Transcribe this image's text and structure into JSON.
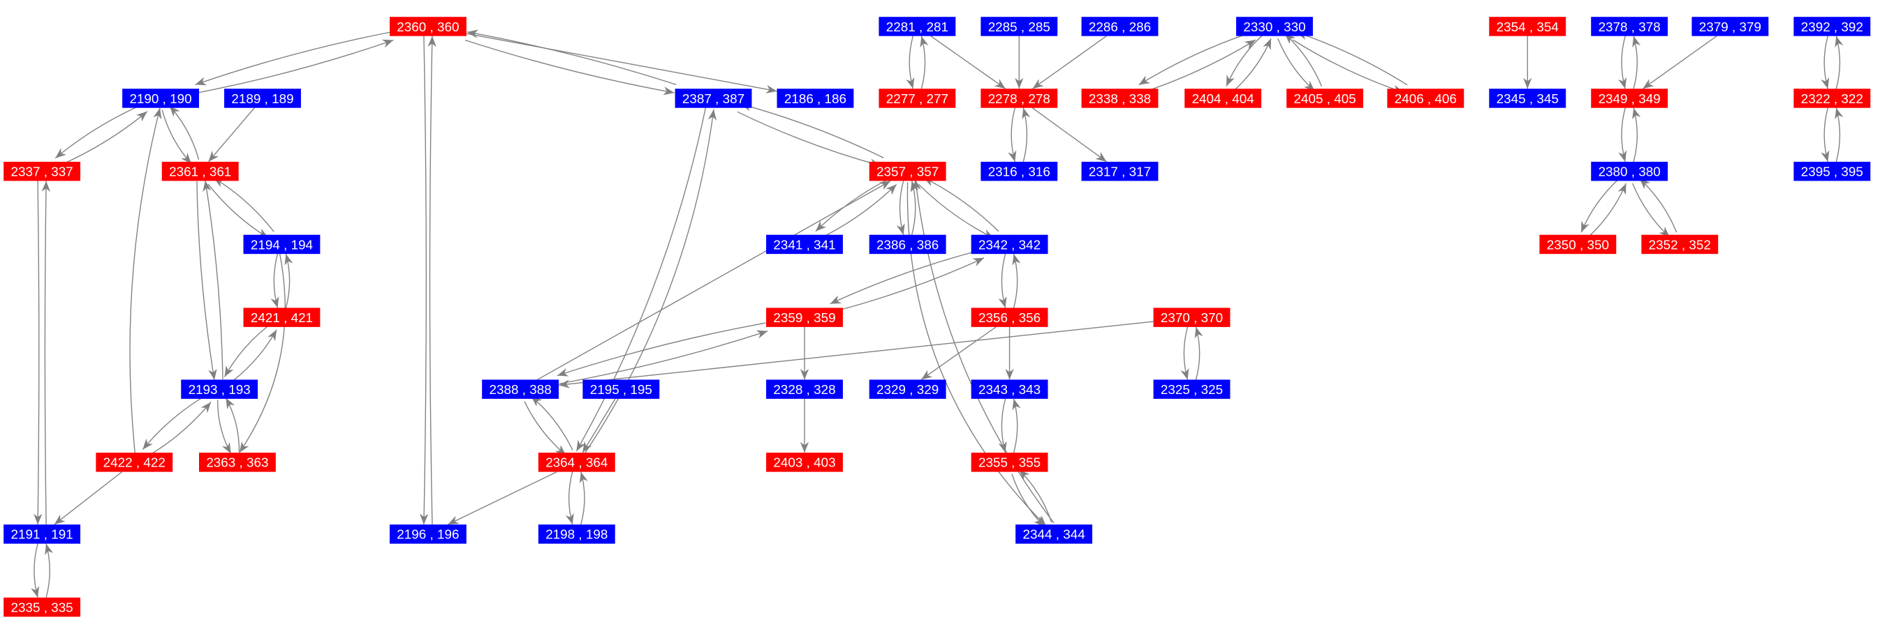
{
  "colors": {
    "red": "#ff0000",
    "blue": "#0000ff",
    "edge": "#808080"
  },
  "nodes": [
    {
      "id": "2360",
      "label": "2360 , 360",
      "color": "red"
    },
    {
      "id": "2281",
      "label": "2281 , 281",
      "color": "blue"
    },
    {
      "id": "2285",
      "label": "2285 , 285",
      "color": "blue"
    },
    {
      "id": "2286",
      "label": "2286 , 286",
      "color": "blue"
    },
    {
      "id": "2330",
      "label": "2330 , 330",
      "color": "blue"
    },
    {
      "id": "2354",
      "label": "2354 , 354",
      "color": "red"
    },
    {
      "id": "2378",
      "label": "2378 , 378",
      "color": "blue"
    },
    {
      "id": "2379",
      "label": "2379 , 379",
      "color": "blue"
    },
    {
      "id": "2392",
      "label": "2392 , 392",
      "color": "blue"
    },
    {
      "id": "2190",
      "label": "2190 , 190",
      "color": "blue"
    },
    {
      "id": "2189",
      "label": "2189 , 189",
      "color": "blue"
    },
    {
      "id": "2387",
      "label": "2387 , 387",
      "color": "blue"
    },
    {
      "id": "2186",
      "label": "2186 , 186",
      "color": "blue"
    },
    {
      "id": "2277",
      "label": "2277 , 277",
      "color": "red"
    },
    {
      "id": "2278",
      "label": "2278 , 278",
      "color": "red"
    },
    {
      "id": "2338",
      "label": "2338 , 338",
      "color": "red"
    },
    {
      "id": "2404",
      "label": "2404 , 404",
      "color": "red"
    },
    {
      "id": "2405",
      "label": "2405 , 405",
      "color": "red"
    },
    {
      "id": "2406",
      "label": "2406 , 406",
      "color": "red"
    },
    {
      "id": "2345",
      "label": "2345 , 345",
      "color": "blue"
    },
    {
      "id": "2349",
      "label": "2349 , 349",
      "color": "red"
    },
    {
      "id": "2322",
      "label": "2322 , 322",
      "color": "red"
    },
    {
      "id": "2337",
      "label": "2337 , 337",
      "color": "red"
    },
    {
      "id": "2361",
      "label": "2361 , 361",
      "color": "red"
    },
    {
      "id": "2357",
      "label": "2357 , 357",
      "color": "red"
    },
    {
      "id": "2316",
      "label": "2316 , 316",
      "color": "blue"
    },
    {
      "id": "2317",
      "label": "2317 , 317",
      "color": "blue"
    },
    {
      "id": "2380",
      "label": "2380 , 380",
      "color": "blue"
    },
    {
      "id": "2395",
      "label": "2395 , 395",
      "color": "blue"
    },
    {
      "id": "2194",
      "label": "2194 , 194",
      "color": "blue"
    },
    {
      "id": "2341",
      "label": "2341 , 341",
      "color": "blue"
    },
    {
      "id": "2386",
      "label": "2386 , 386",
      "color": "blue"
    },
    {
      "id": "2342",
      "label": "2342 , 342",
      "color": "blue"
    },
    {
      "id": "2350",
      "label": "2350 , 350",
      "color": "red"
    },
    {
      "id": "2352",
      "label": "2352 , 352",
      "color": "red"
    },
    {
      "id": "2421",
      "label": "2421 , 421",
      "color": "red"
    },
    {
      "id": "2359",
      "label": "2359 , 359",
      "color": "red"
    },
    {
      "id": "2356",
      "label": "2356 , 356",
      "color": "red"
    },
    {
      "id": "2370",
      "label": "2370 , 370",
      "color": "red"
    },
    {
      "id": "2193",
      "label": "2193 , 193",
      "color": "blue"
    },
    {
      "id": "2388",
      "label": "2388 , 388",
      "color": "blue"
    },
    {
      "id": "2195",
      "label": "2195 , 195",
      "color": "blue"
    },
    {
      "id": "2328",
      "label": "2328 , 328",
      "color": "blue"
    },
    {
      "id": "2329",
      "label": "2329 , 329",
      "color": "blue"
    },
    {
      "id": "2343",
      "label": "2343 , 343",
      "color": "blue"
    },
    {
      "id": "2325",
      "label": "2325 , 325",
      "color": "blue"
    },
    {
      "id": "2422",
      "label": "2422 , 422",
      "color": "red"
    },
    {
      "id": "2363",
      "label": "2363 , 363",
      "color": "red"
    },
    {
      "id": "2364",
      "label": "2364 , 364",
      "color": "red"
    },
    {
      "id": "2403",
      "label": "2403 , 403",
      "color": "red"
    },
    {
      "id": "2355",
      "label": "2355 , 355",
      "color": "red"
    },
    {
      "id": "2191",
      "label": "2191 , 191",
      "color": "blue"
    },
    {
      "id": "2196",
      "label": "2196 , 196",
      "color": "blue"
    },
    {
      "id": "2198",
      "label": "2198 , 198",
      "color": "blue"
    },
    {
      "id": "2344",
      "label": "2344 , 344",
      "color": "blue"
    },
    {
      "id": "2335",
      "label": "2335 , 335",
      "color": "red"
    }
  ],
  "edges": [
    [
      "2360",
      "2190"
    ],
    [
      "2190",
      "2360"
    ],
    [
      "2360",
      "2387"
    ],
    [
      "2387",
      "2360"
    ],
    [
      "2360",
      "2186"
    ],
    [
      "2360",
      "2196"
    ],
    [
      "2196",
      "2360"
    ],
    [
      "2190",
      "2337"
    ],
    [
      "2337",
      "2190"
    ],
    [
      "2190",
      "2361"
    ],
    [
      "2361",
      "2190"
    ],
    [
      "2189",
      "2361"
    ],
    [
      "2422",
      "2190"
    ],
    [
      "2337",
      "2191"
    ],
    [
      "2191",
      "2337"
    ],
    [
      "2361",
      "2194"
    ],
    [
      "2194",
      "2361"
    ],
    [
      "2361",
      "2193"
    ],
    [
      "2193",
      "2361"
    ],
    [
      "2194",
      "2421"
    ],
    [
      "2421",
      "2194"
    ],
    [
      "2194",
      "2363"
    ],
    [
      "2421",
      "2193"
    ],
    [
      "2193",
      "2421"
    ],
    [
      "2193",
      "2422"
    ],
    [
      "2422",
      "2193"
    ],
    [
      "2193",
      "2363"
    ],
    [
      "2363",
      "2193"
    ],
    [
      "2422",
      "2191"
    ],
    [
      "2191",
      "2335"
    ],
    [
      "2335",
      "2191"
    ],
    [
      "2387",
      "2357"
    ],
    [
      "2357",
      "2387"
    ],
    [
      "2387",
      "2364"
    ],
    [
      "2364",
      "2387"
    ],
    [
      "2388",
      "2357"
    ],
    [
      "2357",
      "2341"
    ],
    [
      "2341",
      "2357"
    ],
    [
      "2357",
      "2386"
    ],
    [
      "2386",
      "2357"
    ],
    [
      "2357",
      "2342"
    ],
    [
      "2342",
      "2357"
    ],
    [
      "2357",
      "2344"
    ],
    [
      "2344",
      "2357"
    ],
    [
      "2342",
      "2359"
    ],
    [
      "2359",
      "2342"
    ],
    [
      "2342",
      "2356"
    ],
    [
      "2356",
      "2342"
    ],
    [
      "2359",
      "2388"
    ],
    [
      "2388",
      "2359"
    ],
    [
      "2359",
      "2328"
    ],
    [
      "2328",
      "2403"
    ],
    [
      "2370",
      "2388"
    ],
    [
      "2370",
      "2325"
    ],
    [
      "2325",
      "2370"
    ],
    [
      "2356",
      "2329"
    ],
    [
      "2356",
      "2343"
    ],
    [
      "2343",
      "2355"
    ],
    [
      "2355",
      "2343"
    ],
    [
      "2355",
      "2344"
    ],
    [
      "2344",
      "2355"
    ],
    [
      "2388",
      "2364"
    ],
    [
      "2364",
      "2388"
    ],
    [
      "2195",
      "2364"
    ],
    [
      "2364",
      "2196"
    ],
    [
      "2364",
      "2198"
    ],
    [
      "2198",
      "2364"
    ],
    [
      "2281",
      "2277"
    ],
    [
      "2277",
      "2281"
    ],
    [
      "2281",
      "2278"
    ],
    [
      "2285",
      "2278"
    ],
    [
      "2286",
      "2278"
    ],
    [
      "2278",
      "2316"
    ],
    [
      "2316",
      "2278"
    ],
    [
      "2278",
      "2317"
    ],
    [
      "2330",
      "2338"
    ],
    [
      "2338",
      "2330"
    ],
    [
      "2330",
      "2404"
    ],
    [
      "2404",
      "2330"
    ],
    [
      "2330",
      "2405"
    ],
    [
      "2405",
      "2330"
    ],
    [
      "2330",
      "2406"
    ],
    [
      "2406",
      "2330"
    ],
    [
      "2354",
      "2345"
    ],
    [
      "2378",
      "2349"
    ],
    [
      "2349",
      "2378"
    ],
    [
      "2379",
      "2349"
    ],
    [
      "2349",
      "2380"
    ],
    [
      "2380",
      "2349"
    ],
    [
      "2380",
      "2350"
    ],
    [
      "2350",
      "2380"
    ],
    [
      "2380",
      "2352"
    ],
    [
      "2352",
      "2380"
    ],
    [
      "2392",
      "2322"
    ],
    [
      "2322",
      "2392"
    ],
    [
      "2322",
      "2395"
    ],
    [
      "2395",
      "2322"
    ]
  ]
}
